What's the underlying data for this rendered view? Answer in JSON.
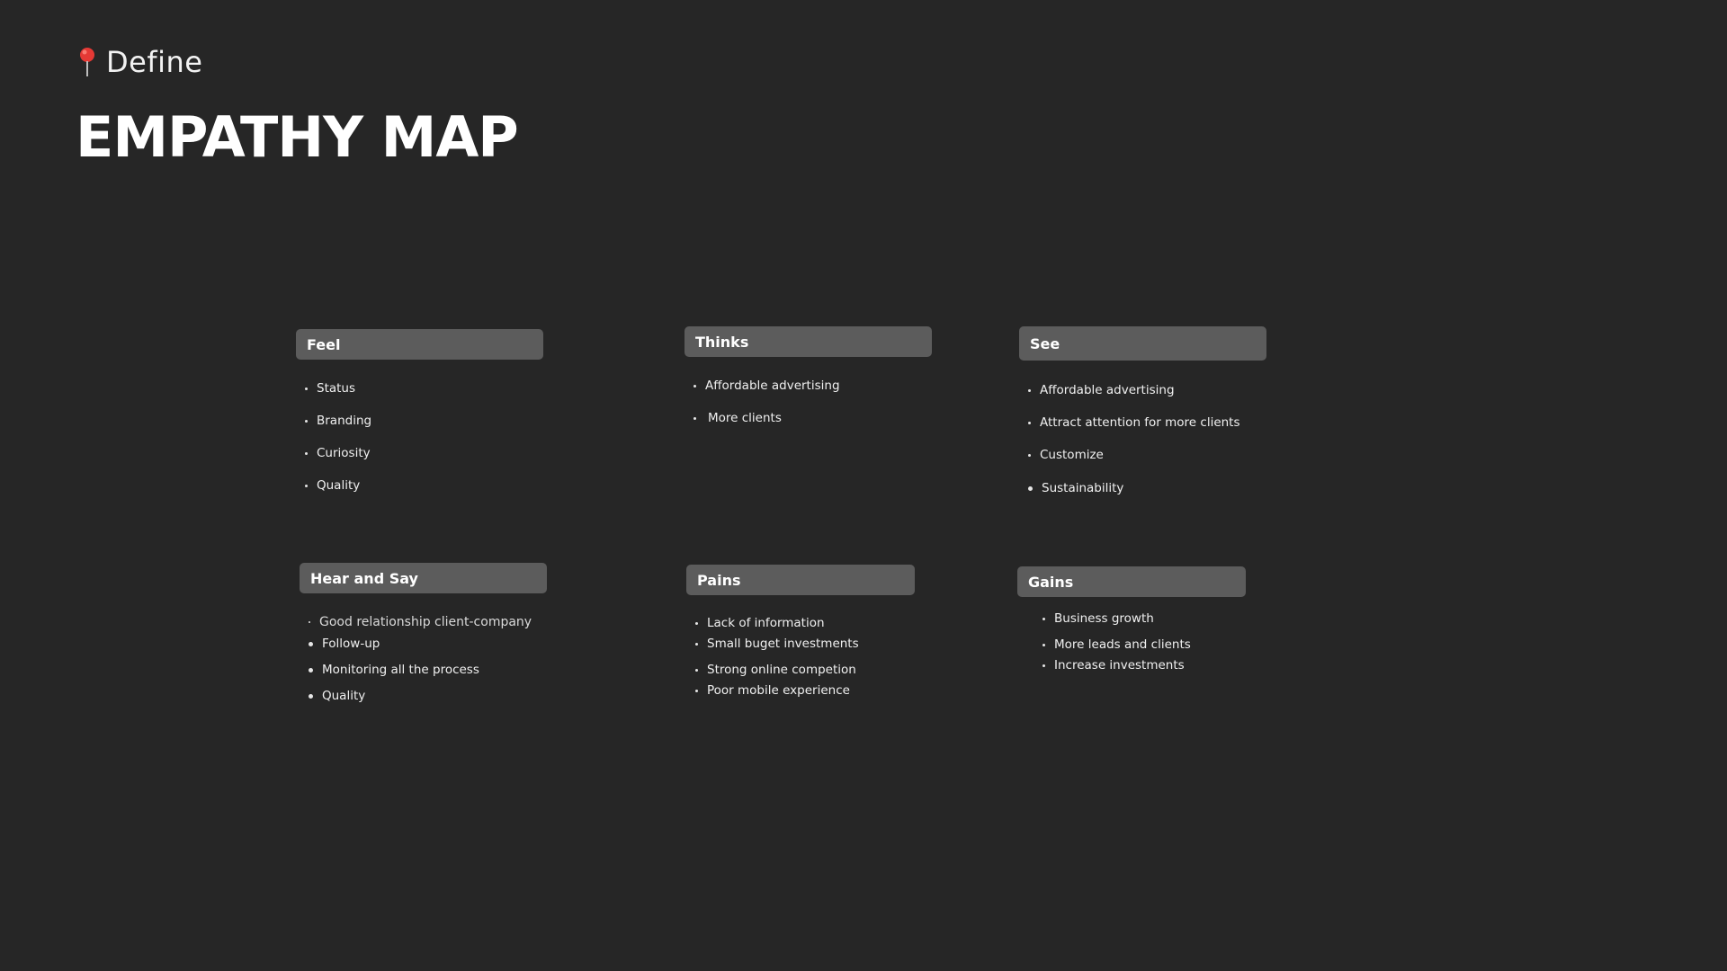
{
  "header": {
    "section": "Define",
    "title": "EMPATHY MAP",
    "pin_icon": "pushpin-icon",
    "pin_color": "#e53935"
  },
  "colors": {
    "background": "#262626",
    "card_header": "#5c5c5c",
    "text": "#ffffff"
  },
  "cards": {
    "feel": {
      "title": "Feel",
      "items": [
        "Status",
        "Branding",
        "Curiosity",
        "Quality"
      ]
    },
    "thinks": {
      "title": "Thinks",
      "items": [
        "Affordable advertising",
        "More clients"
      ]
    },
    "see": {
      "title": "See",
      "items": [
        "Affordable advertising",
        "Attract  attention for more clients",
        "Customize",
        "Sustainability"
      ]
    },
    "hear_say": {
      "title": "Hear and Say",
      "items": [
        "Good relationship client-company",
        "Follow-up",
        "Monitoring all the process",
        "Quality"
      ]
    },
    "pains": {
      "title": "Pains",
      "items": [
        "Lack of information",
        "Small buget investments",
        "Strong online competion",
        "Poor mobile experience"
      ]
    },
    "gains": {
      "title": "Gains",
      "items": [
        "Business growth",
        "More  leads and clients",
        "Increase investments"
      ]
    }
  }
}
